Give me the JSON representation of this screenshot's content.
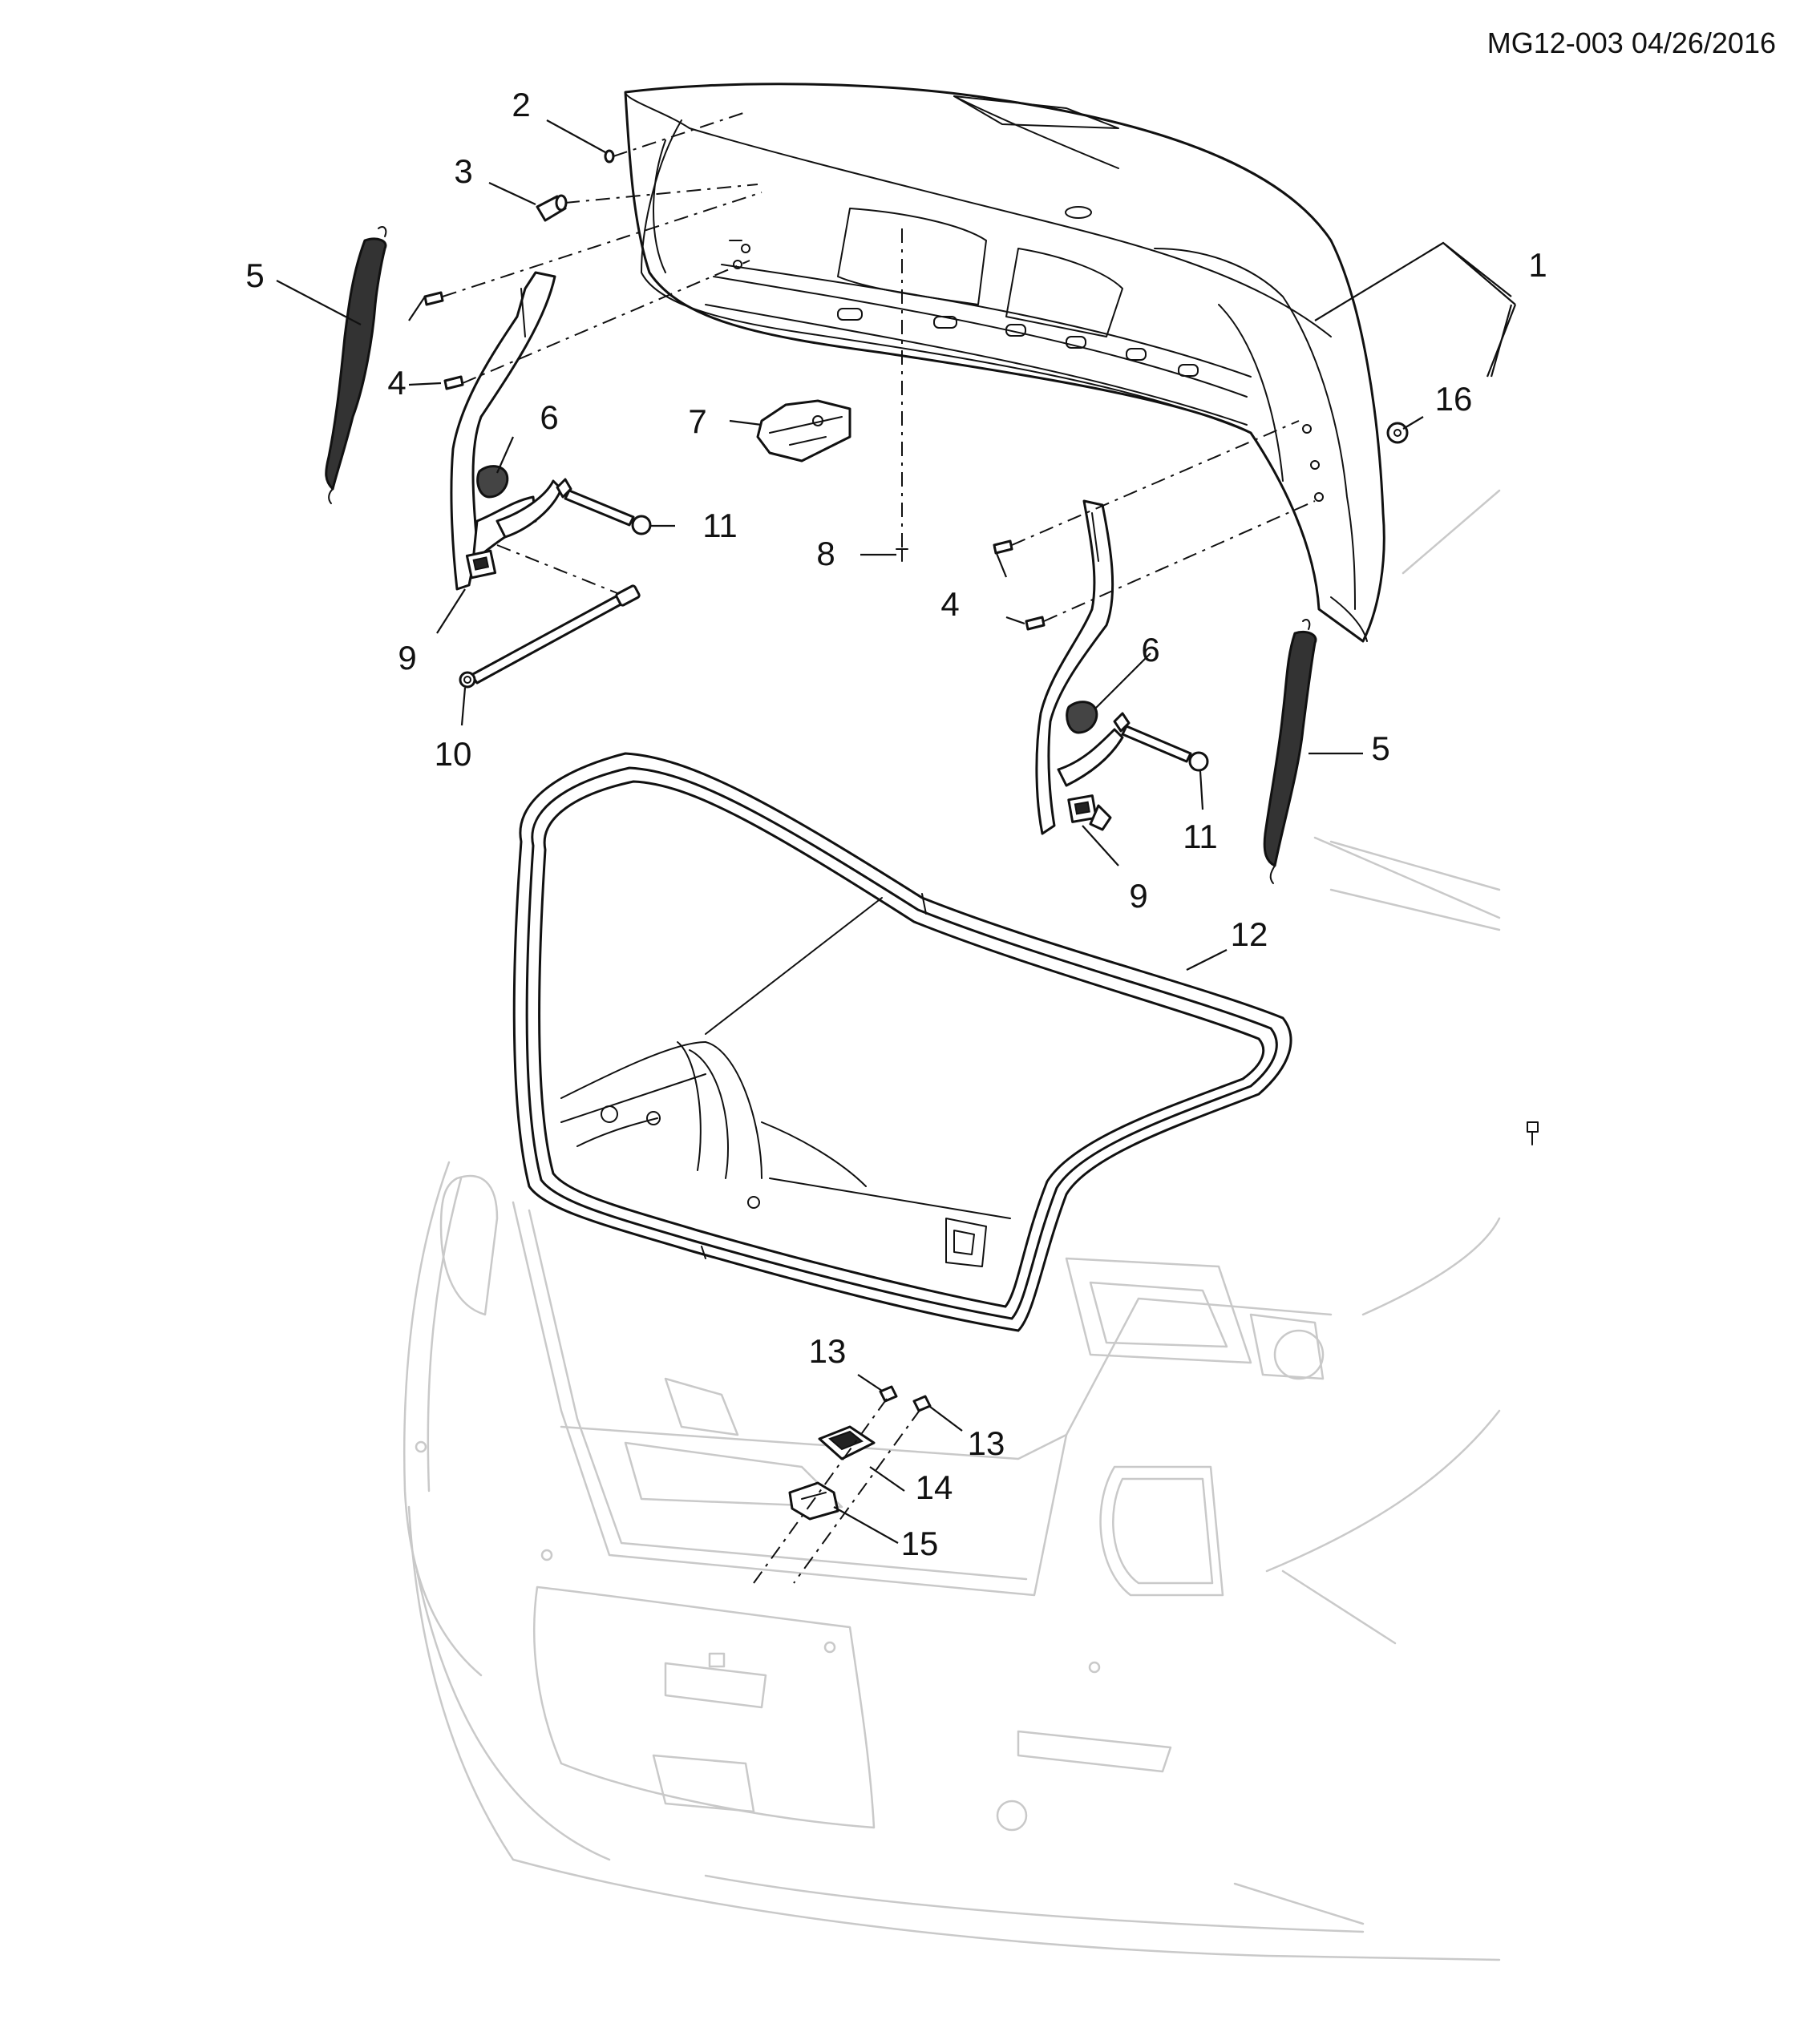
{
  "header": {
    "diagram_id": "MG12-003 04/26/2016"
  },
  "callouts": [
    {
      "id": "c1",
      "text": "1"
    },
    {
      "id": "c2",
      "text": "2"
    },
    {
      "id": "c3",
      "text": "3"
    },
    {
      "id": "c4a",
      "text": "4"
    },
    {
      "id": "c4b",
      "text": "4"
    },
    {
      "id": "c5a",
      "text": "5"
    },
    {
      "id": "c5b",
      "text": "5"
    },
    {
      "id": "c6a",
      "text": "6"
    },
    {
      "id": "c6b",
      "text": "6"
    },
    {
      "id": "c7",
      "text": "7"
    },
    {
      "id": "c8",
      "text": "8"
    },
    {
      "id": "c9a",
      "text": "9"
    },
    {
      "id": "c9b",
      "text": "9"
    },
    {
      "id": "c10",
      "text": "10"
    },
    {
      "id": "c11a",
      "text": "11"
    },
    {
      "id": "c11b",
      "text": "11"
    },
    {
      "id": "c12",
      "text": "12"
    },
    {
      "id": "c13a",
      "text": "13"
    },
    {
      "id": "c13b",
      "text": "13"
    },
    {
      "id": "c14",
      "text": "14"
    },
    {
      "id": "c15",
      "text": "15"
    },
    {
      "id": "c16",
      "text": "16"
    }
  ]
}
